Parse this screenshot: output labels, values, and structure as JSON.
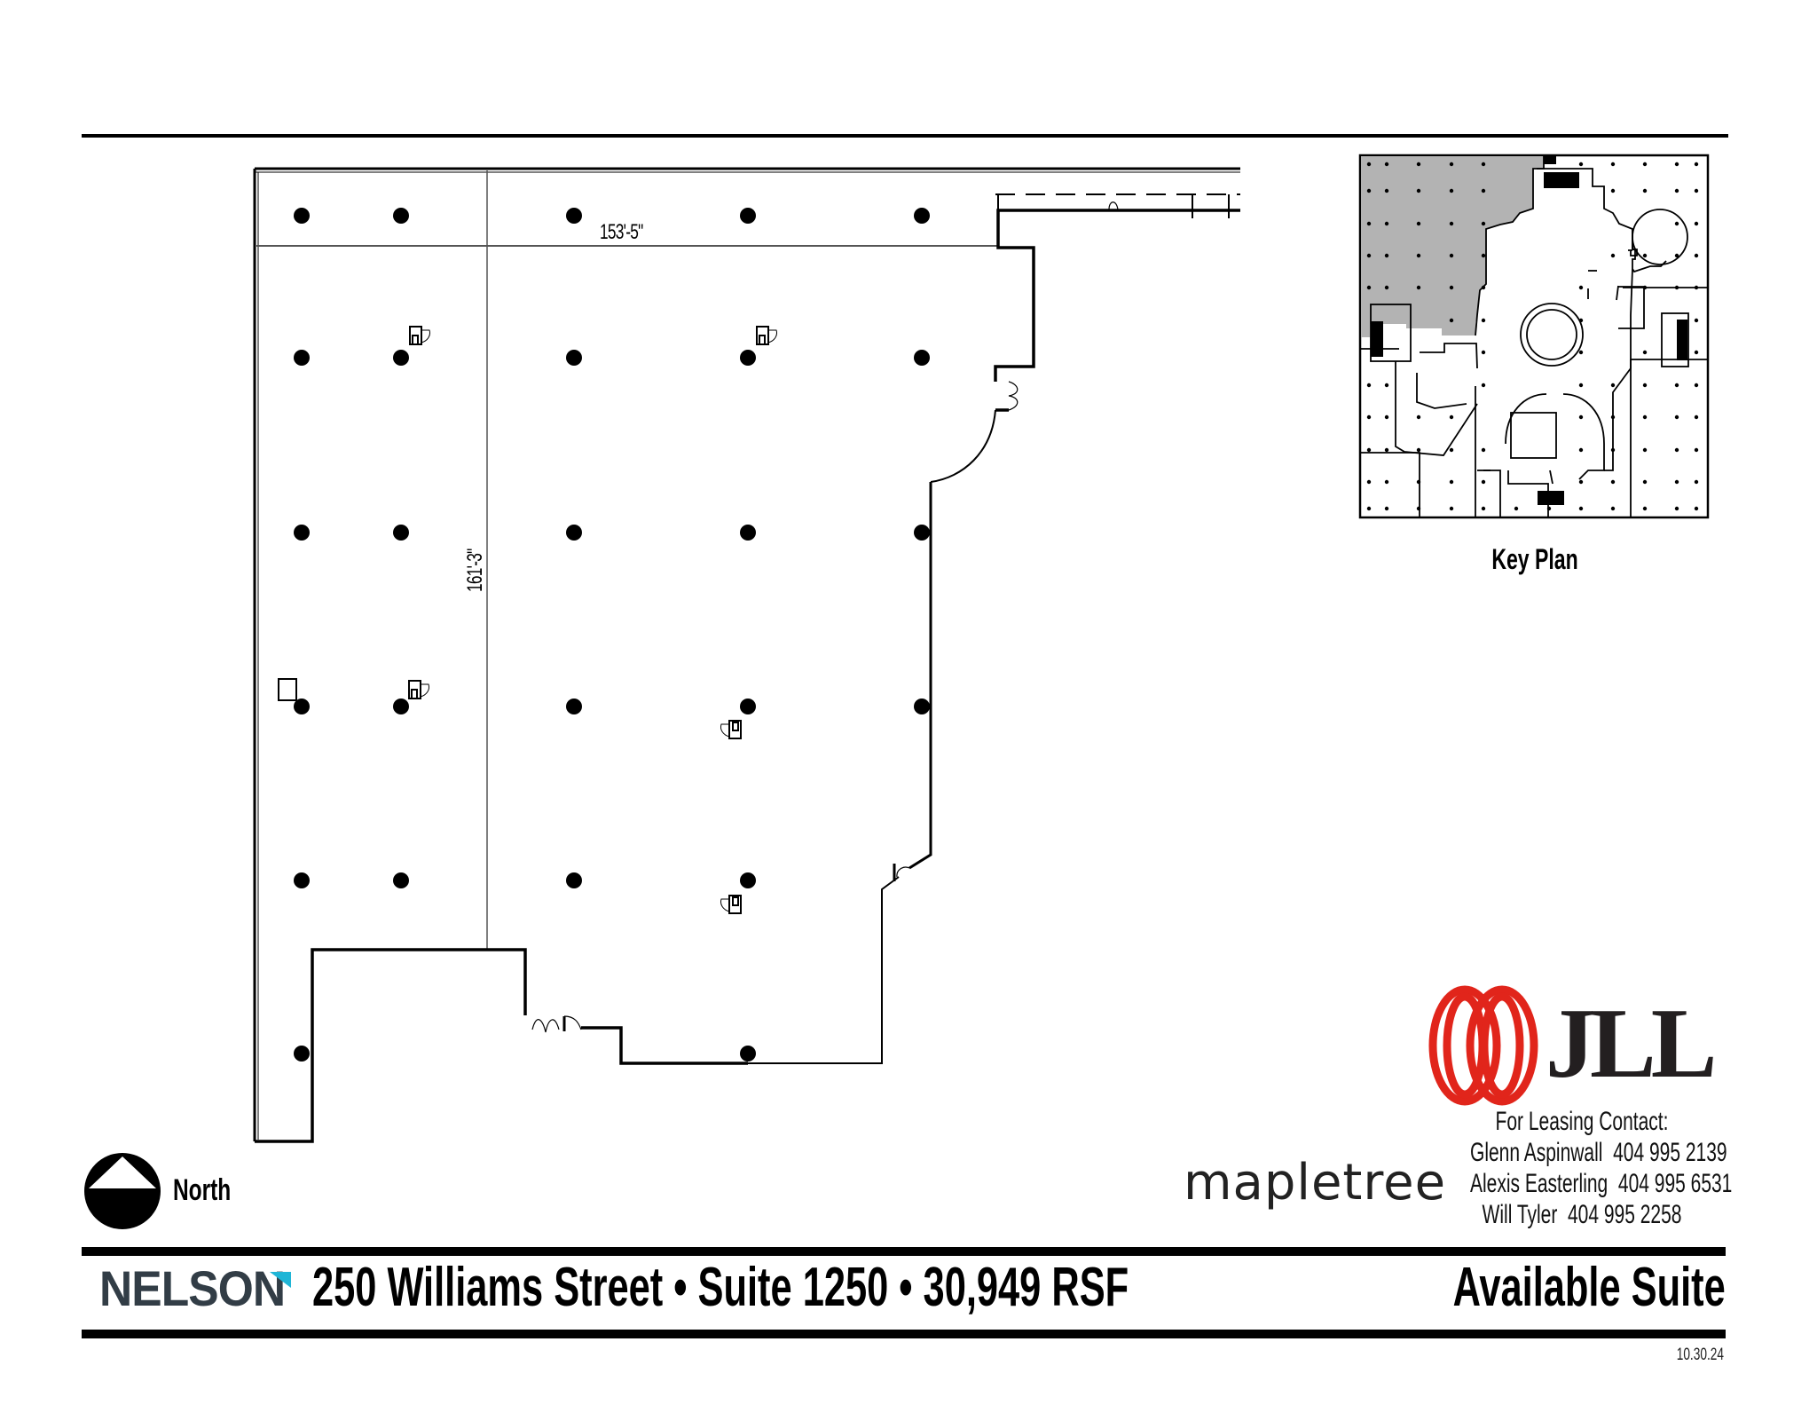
{
  "document": {
    "type": "Floor plan leasing flyer"
  },
  "floor_plan": {
    "dimension_horizontal": "153'-5\"",
    "dimension_vertical": "161'-3\"",
    "column_grid": {
      "columns_x": [
        340,
        452,
        647,
        843,
        1039
      ],
      "rows_y": [
        243,
        403,
        600,
        796,
        992,
        1187
      ]
    }
  },
  "key_plan": {
    "title": "Key Plan",
    "highlight_color": "#b3b3b3"
  },
  "north_arrow": {
    "label": "North"
  },
  "logos": {
    "mapletree": "mapletree",
    "jll": "JLL",
    "jll_color": "#e1251b"
  },
  "contact": {
    "heading": "For Leasing Contact:",
    "people": [
      {
        "name": "Glenn Aspinwall",
        "phone": "404 995 2139"
      },
      {
        "name": "Alexis Easterling",
        "phone": "404 995 6531"
      },
      {
        "name": "Will Tyler",
        "phone": "404 995 2258"
      }
    ],
    "lines": [
      "Glenn Aspinwall  404 995 2139",
      "Alexis Easterling  404 995 6531",
      "Will Tyler  404 995 2258"
    ]
  },
  "footer": {
    "brand": "NELSON",
    "brand_main": "NELSO",
    "brand_last": "N",
    "brand_color": "#323d46",
    "brand_accent_color": "#1fb5d6",
    "address_line": "250 Williams Street • Suite 1250 • 30,949 RSF",
    "address": "250 Williams Street",
    "suite": "Suite 1250",
    "area": "30,949 RSF",
    "status": "Available Suite",
    "date": "10.30.24"
  }
}
